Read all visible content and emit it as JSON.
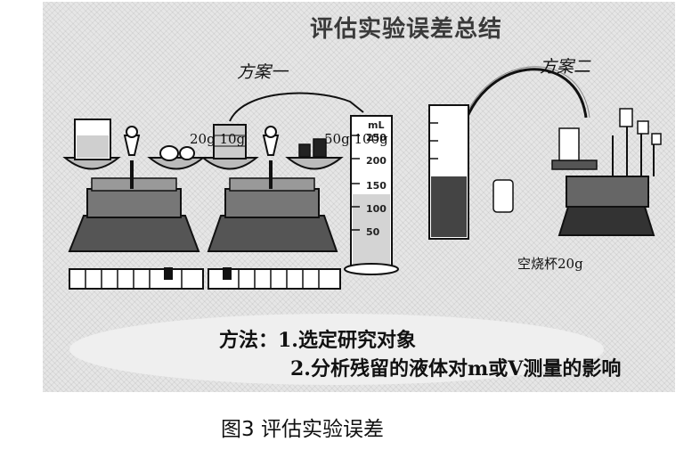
{
  "title": "评估实验误差总结",
  "scheme_one": "方案一",
  "scheme_two": "方案二",
  "weights_left": "20g 10g",
  "weights_right": "50g 100g",
  "cylinder": {
    "unit": "mL",
    "ticks": [
      "250",
      "200",
      "150",
      "100",
      "50"
    ]
  },
  "beaker_label": "空烧杯20g",
  "method_line1": "方法：1.选定研究对象",
  "method_line2": "2.分析残留的液体对m或V测量的影响",
  "caption": "图3  评估实验误差",
  "icons": [
    "balance-icon",
    "weights-icon",
    "graduated-cylinder-icon",
    "beaker-icon",
    "rack-icon",
    "pour-arrow-icon"
  ]
}
